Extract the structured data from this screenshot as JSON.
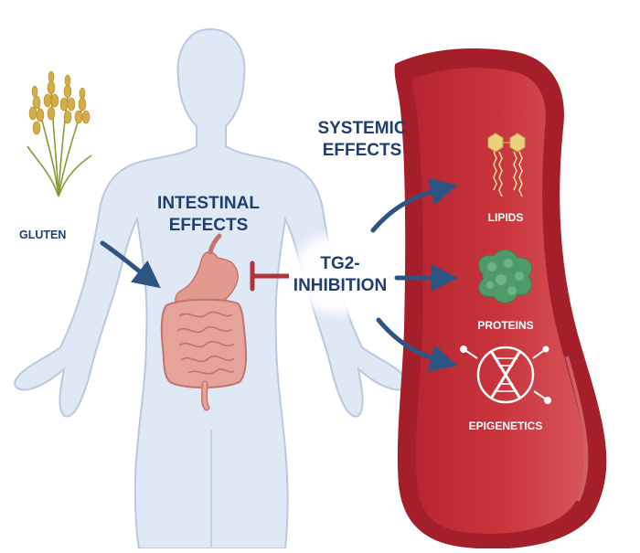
{
  "labels": {
    "gluten": "GLUTEN",
    "intestinal_line1": "INTESTINAL",
    "intestinal_line2": "EFFECTS",
    "systemic_line1": "SYSTEMIC",
    "systemic_line2": "EFFECTS",
    "tg2_line1": "TG2-",
    "tg2_line2": "INHIBITION",
    "lipids": "LIPIDS",
    "proteins": "PROTEINS",
    "epigenetics": "EPIGENETICS"
  },
  "colors": {
    "body_fill": "#dfe8f5",
    "body_stroke": "#b9c9e0",
    "arrow": "#2d5583",
    "text": "#1f3f6e",
    "vessel_outer": "#a51f2b",
    "vessel_inner": "#c9343c",
    "inhibitor_bar": "#b0323a",
    "intestine": "#e3988f",
    "protein": "#4f9a6a",
    "wheat": "#d4ad48"
  },
  "icons": [
    "wheat-icon",
    "stomach-icon",
    "intestine-icon",
    "lipid-icon",
    "protein-icon",
    "dna-icon",
    "inhibitor-icon"
  ]
}
